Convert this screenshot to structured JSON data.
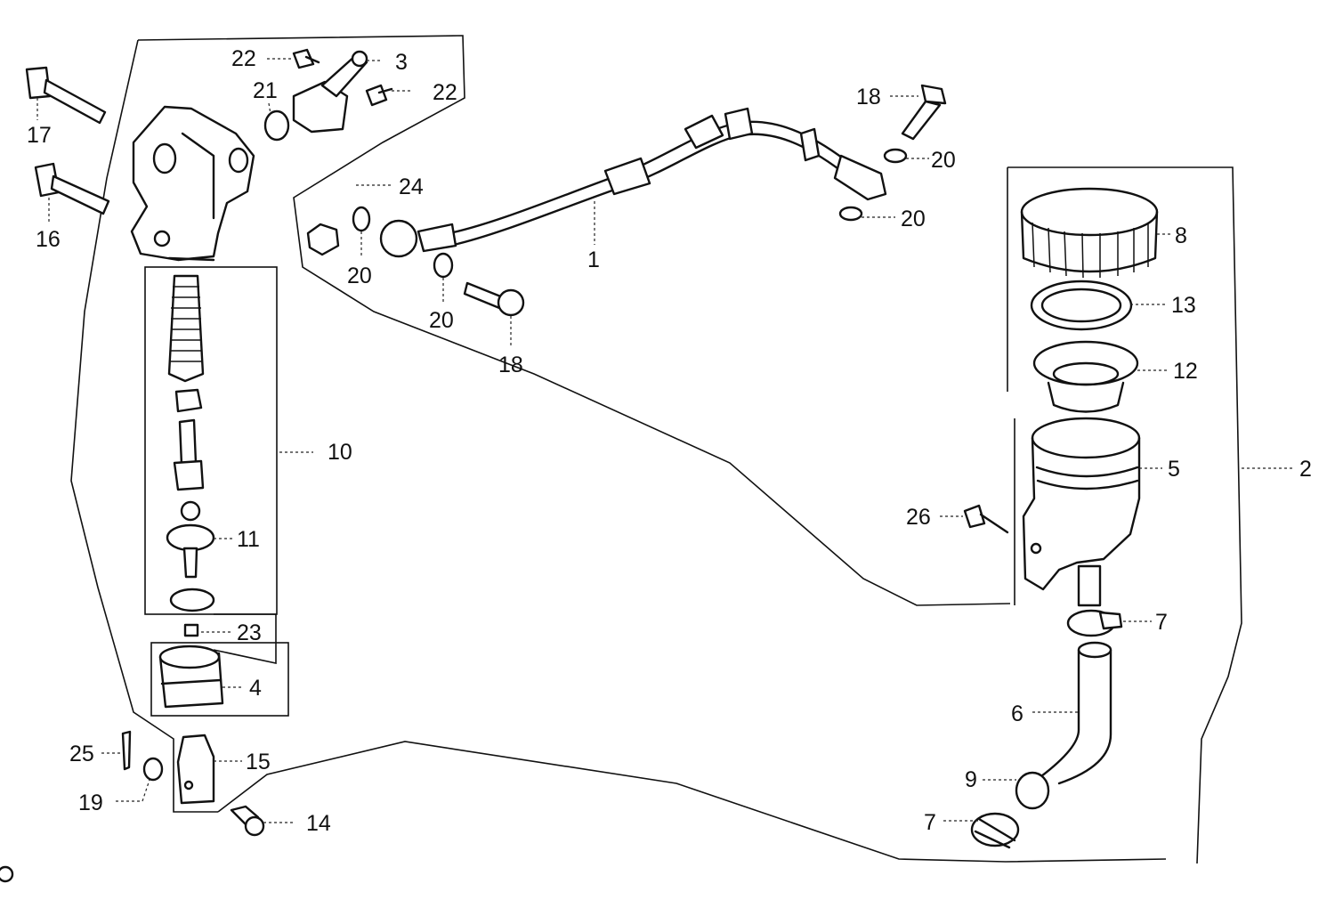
{
  "diagram": {
    "callouts": [
      {
        "id": "c17",
        "label": "17"
      },
      {
        "id": "c16",
        "label": "16"
      },
      {
        "id": "c22a",
        "label": "22"
      },
      {
        "id": "c3",
        "label": "3"
      },
      {
        "id": "c21",
        "label": "21"
      },
      {
        "id": "c22b",
        "label": "22"
      },
      {
        "id": "c10",
        "label": "10"
      },
      {
        "id": "c11",
        "label": "11"
      },
      {
        "id": "c23",
        "label": "23"
      },
      {
        "id": "c4",
        "label": "4"
      },
      {
        "id": "c25",
        "label": "25"
      },
      {
        "id": "c15",
        "label": "15"
      },
      {
        "id": "c19",
        "label": "19"
      },
      {
        "id": "c14",
        "label": "14"
      },
      {
        "id": "c24",
        "label": "24"
      },
      {
        "id": "c20a",
        "label": "20"
      },
      {
        "id": "c20b",
        "label": "20"
      },
      {
        "id": "c1",
        "label": "1"
      },
      {
        "id": "c18a",
        "label": "18"
      },
      {
        "id": "c18b",
        "label": "18"
      },
      {
        "id": "c20c",
        "label": "20"
      },
      {
        "id": "c20d",
        "label": "20"
      },
      {
        "id": "c8",
        "label": "8"
      },
      {
        "id": "c13",
        "label": "13"
      },
      {
        "id": "c12",
        "label": "12"
      },
      {
        "id": "c5",
        "label": "5"
      },
      {
        "id": "c2",
        "label": "2"
      },
      {
        "id": "c26",
        "label": "26"
      },
      {
        "id": "c7a",
        "label": "7"
      },
      {
        "id": "c6",
        "label": "6"
      },
      {
        "id": "c9",
        "label": "9"
      },
      {
        "id": "c7b",
        "label": "7"
      }
    ]
  }
}
